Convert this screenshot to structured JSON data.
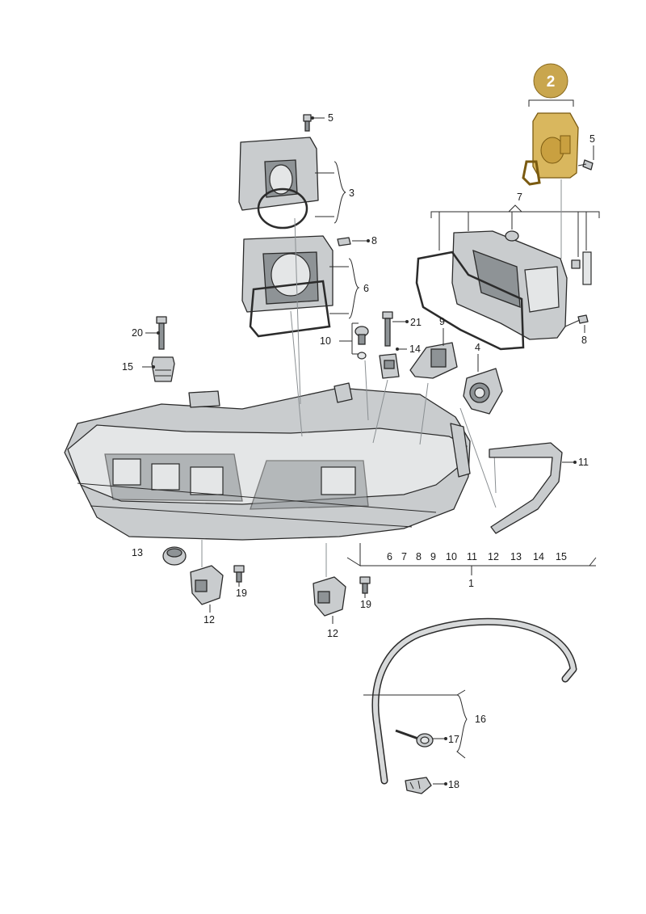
{
  "callout": {
    "number": "2"
  },
  "labels": {
    "p1": "1",
    "p3": "3",
    "p4": "4",
    "p5a": "5",
    "p5b": "5",
    "p6": "6",
    "p7": "7",
    "p8a": "8",
    "p8b": "8",
    "p9": "9",
    "p10": "10",
    "p11": "11",
    "p12a": "12",
    "p12b": "12",
    "p13": "13",
    "p14": "14",
    "p15": "15",
    "p16": "16",
    "p17": "17",
    "p18": "18",
    "p19a": "19",
    "p19b": "19",
    "p20": "20",
    "p21": "21"
  },
  "range_row": [
    "6",
    "7",
    "8",
    "9",
    "10",
    "11",
    "12",
    "13",
    "14",
    "15"
  ],
  "colors": {
    "highlight": "#d9b75e",
    "callout": "#c9a64e"
  }
}
